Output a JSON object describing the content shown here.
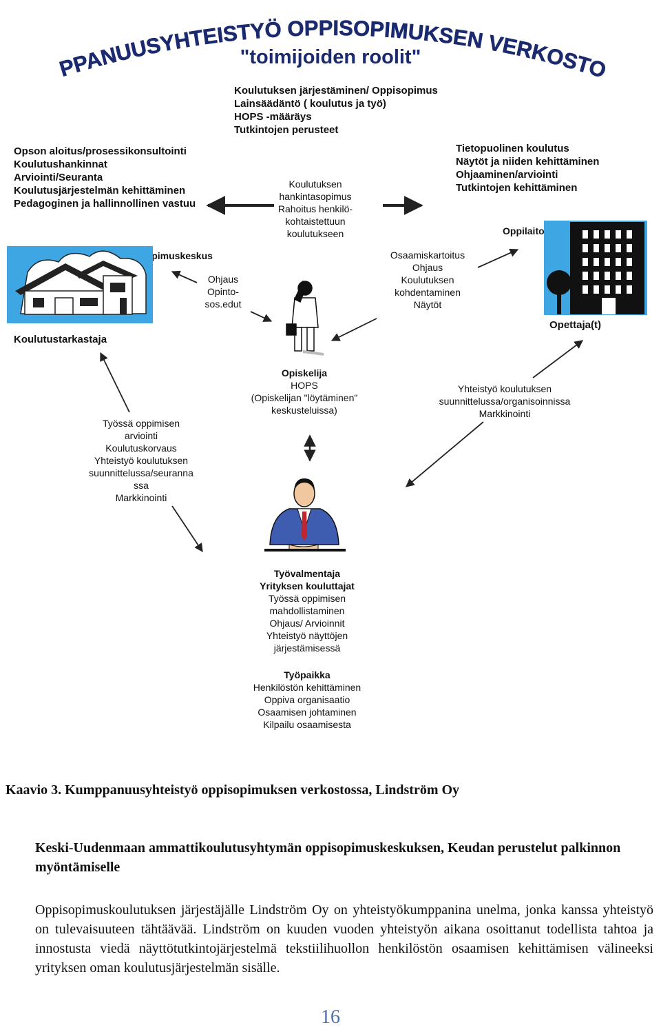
{
  "diagram": {
    "title_line1": "KUMPPANUUSYHTEISTYÖ OPPISOPIMUKSEN VERKOSTOSSA",
    "title_line2": "\"toimijoiden roolit\"",
    "top_center": [
      "Koulutuksen järjestäminen/ Oppisopimus",
      "Lainsäädäntö ( koulutus ja työ)",
      "HOPS -määräys",
      "Tutkintojen perusteet"
    ],
    "left_block": [
      "Opson aloitus/prosessikonsultointi",
      "Koulutushankinnat",
      "Arviointi/Seuranta",
      "Koulutusjärjestelmän kehittäminen",
      "Pedagoginen ja hallinnollinen vastuu"
    ],
    "right_block": [
      "Tietopuolinen koulutus",
      "Näytöt ja niiden kehittäminen",
      "Ohjaaminen/arviointi",
      "Tutkintojen kehittäminen"
    ],
    "center_block": [
      "Koulutuksen",
      "hankintasopimus",
      "Rahoitus henkilö-",
      "kohtaistettuun",
      "koulutukseen"
    ],
    "oppisopimuskeskus_label": "Oppisopimuskeskus",
    "koulutustarkastaja_label": "Koulutustarkastaja",
    "oppilaitos_label": "Oppilaitos",
    "opettaja_label": "Opettaja(t)",
    "ohjaus_block": [
      "Ohjaus",
      "Opinto-",
      "sos.edut"
    ],
    "osaamis_block": [
      "Osaamiskartoitus",
      "Ohjaus",
      "Koulutuksen",
      "kohdentaminen",
      "Näytöt"
    ],
    "opiskelija_title": "Opiskelija",
    "opiskelija_block": [
      "HOPS",
      "(Opiskelijan \"löytäminen\"",
      "keskusteluissa)"
    ],
    "yhteistyo_block": [
      "Yhteistyö koulutuksen",
      "suunnittelussa/organisoinnissa",
      "Markkinointi"
    ],
    "tyossa_block": [
      "Työssä oppimisen",
      "arviointi",
      "Koulutuskorvaus",
      "Yhteistyö koulutuksen",
      "suunnittelussa/seuranna",
      "ssa",
      "Markkinointi"
    ],
    "tyovalmentaja_titles": [
      "Työvalmentaja",
      "Yrityksen kouluttajat"
    ],
    "tyovalmentaja_block": [
      "Työssä oppimisen",
      "mahdollistaminen",
      "Ohjaus/ Arvioinnit",
      "Yhteistyö näyttöjen",
      "järjestämisessä"
    ],
    "tyopaikka_title": "Työpaikka",
    "tyopaikka_block": [
      "Henkilöstön kehittäminen",
      "Oppiva organisaatio",
      "Osaamisen johtaminen",
      "Kilpailu osaamisesta"
    ]
  },
  "caption": "Kaavio 3. Kumppanuusyhteistyö oppisopimuksen verkostossa, Lindström Oy",
  "section_heading": "Keski-Uudenmaan ammattikoulutusyhtymän oppisopimuskeskuksen, Keudan perustelut palkinnon myöntämiselle",
  "body_paragraph": "Oppisopimuskoulutuksen järjestäjälle Lindström Oy on yhteistyökumppanina unelma, jonka kanssa yhteistyö on tulevaisuuteen tähtäävää. Lindström on kuuden vuoden yhteistyön aikana osoittanut todellista tahtoa ja innostusta viedä näyttötutkintojärjestelmä tekstiilihuollon henkilöstön osaamisen kehittämisen välineeksi yrityksen oman koulutusjärjestelmän sisälle.",
  "page_number": "16",
  "colors": {
    "accent_blue": "#3ea6e3",
    "title_navy": "#1b2a6e",
    "page_number": "#4a6fb5"
  }
}
